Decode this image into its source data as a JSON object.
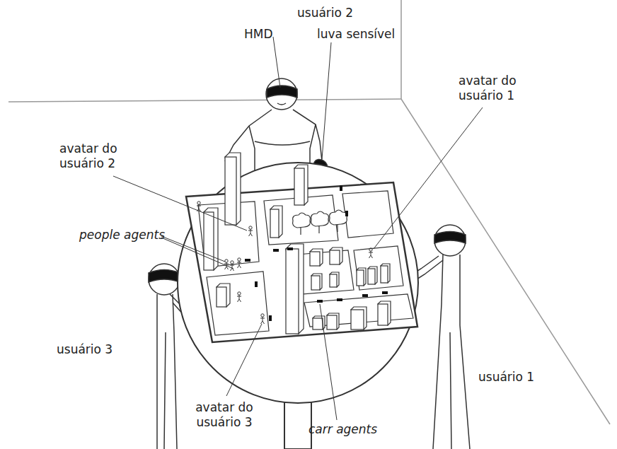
{
  "diagram": {
    "labels": [
      "usuário 2",
      "HMD",
      "luva sensível",
      "avatar do usuário 1",
      "avatar do usuário 2",
      "people agents",
      "usuário 3",
      "usuário 1",
      "avatar do usuário 3",
      "carr agents"
    ]
  }
}
